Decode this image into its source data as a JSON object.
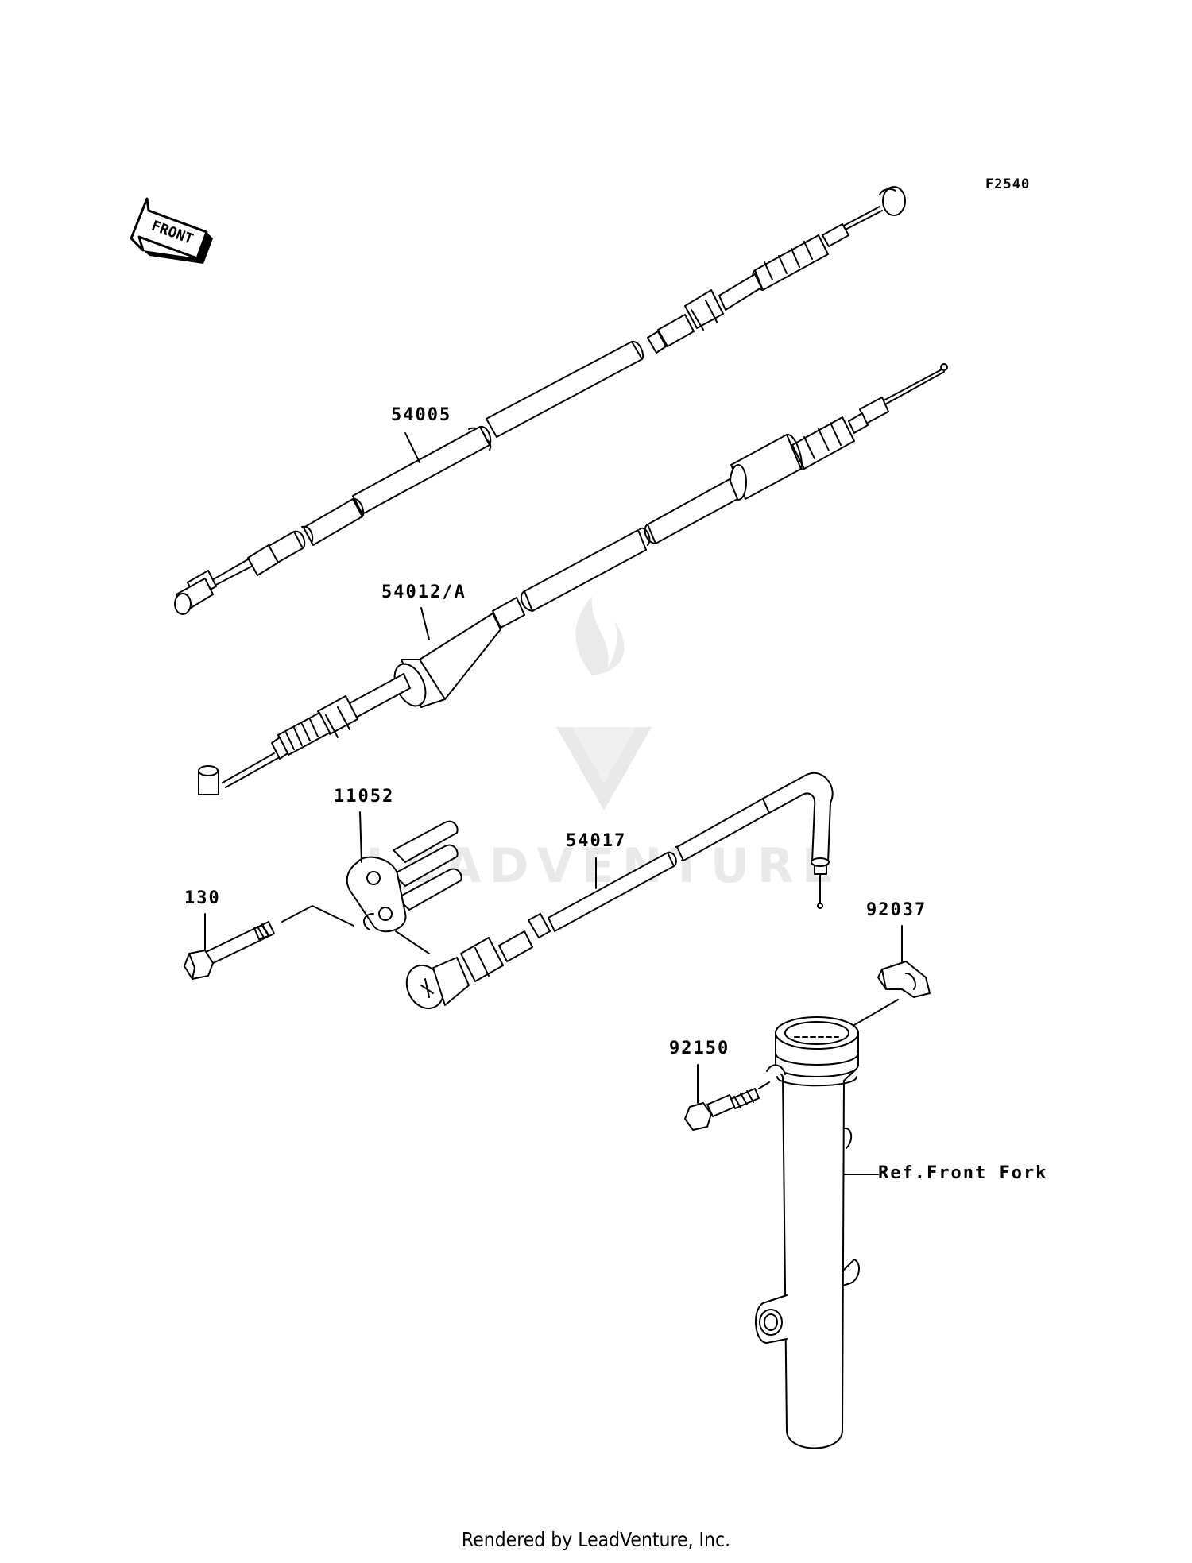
{
  "diagram": {
    "code": "F2540",
    "front_marker": "FRONT",
    "watermark": "LEADVENTURE",
    "parts": [
      {
        "number": "54005"
      },
      {
        "number": "54012/A"
      },
      {
        "number": "11052"
      },
      {
        "number": "54017"
      },
      {
        "number": "130"
      },
      {
        "number": "92037"
      },
      {
        "number": "92150"
      }
    ],
    "reference": "Ref.Front Fork"
  },
  "footer": {
    "text": "Rendered by LeadVenture, Inc."
  }
}
